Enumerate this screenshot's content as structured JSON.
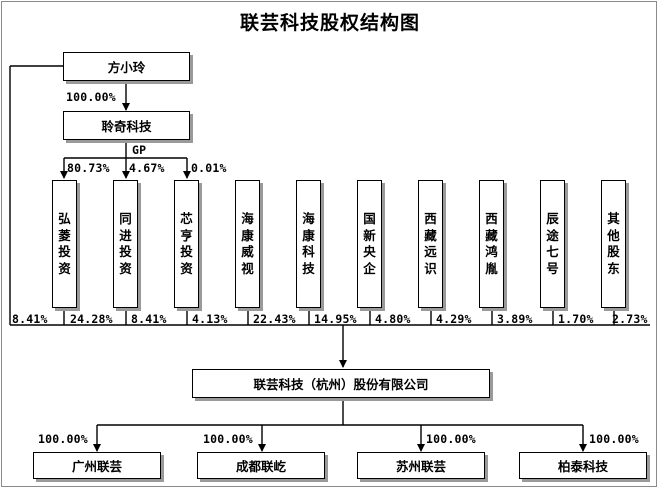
{
  "title": "联芸科技股权结构图",
  "founder": {
    "name": "方小玲",
    "stake_in_gp": "100.00%"
  },
  "gp_company": {
    "name": "聆奇科技",
    "gp_label": "GP",
    "stakes": {
      "hongling": "80.73%",
      "tongjin": "4.67%",
      "xinheng": "0.01%"
    }
  },
  "shareholders": [
    {
      "name": "弘菱投资",
      "stake": "24.28%"
    },
    {
      "name": "同进投资",
      "stake": "8.41%"
    },
    {
      "name": "芯亨投资",
      "stake": "4.13%"
    },
    {
      "name": "海康威视",
      "stake": "22.43%"
    },
    {
      "name": "海康科技",
      "stake": "14.95%"
    },
    {
      "name": "国新央企",
      "stake": "4.80%"
    },
    {
      "name": "西藏远识",
      "stake": "4.29%"
    },
    {
      "name": "西藏鸿胤",
      "stake": "3.89%"
    },
    {
      "name": "辰途七号",
      "stake": "1.70%"
    },
    {
      "name": "其他股东",
      "stake": "2.73%"
    }
  ],
  "founder_direct_stake": "8.41%",
  "company": {
    "name": "联芸科技（杭州）股份有限公司"
  },
  "subsidiaries": [
    {
      "name": "广州联芸",
      "stake": "100.00%"
    },
    {
      "name": "成都联屹",
      "stake": "100.00%"
    },
    {
      "name": "苏州联芸",
      "stake": "100.00%"
    },
    {
      "name": "柏泰科技",
      "stake": "100.00%"
    }
  ]
}
